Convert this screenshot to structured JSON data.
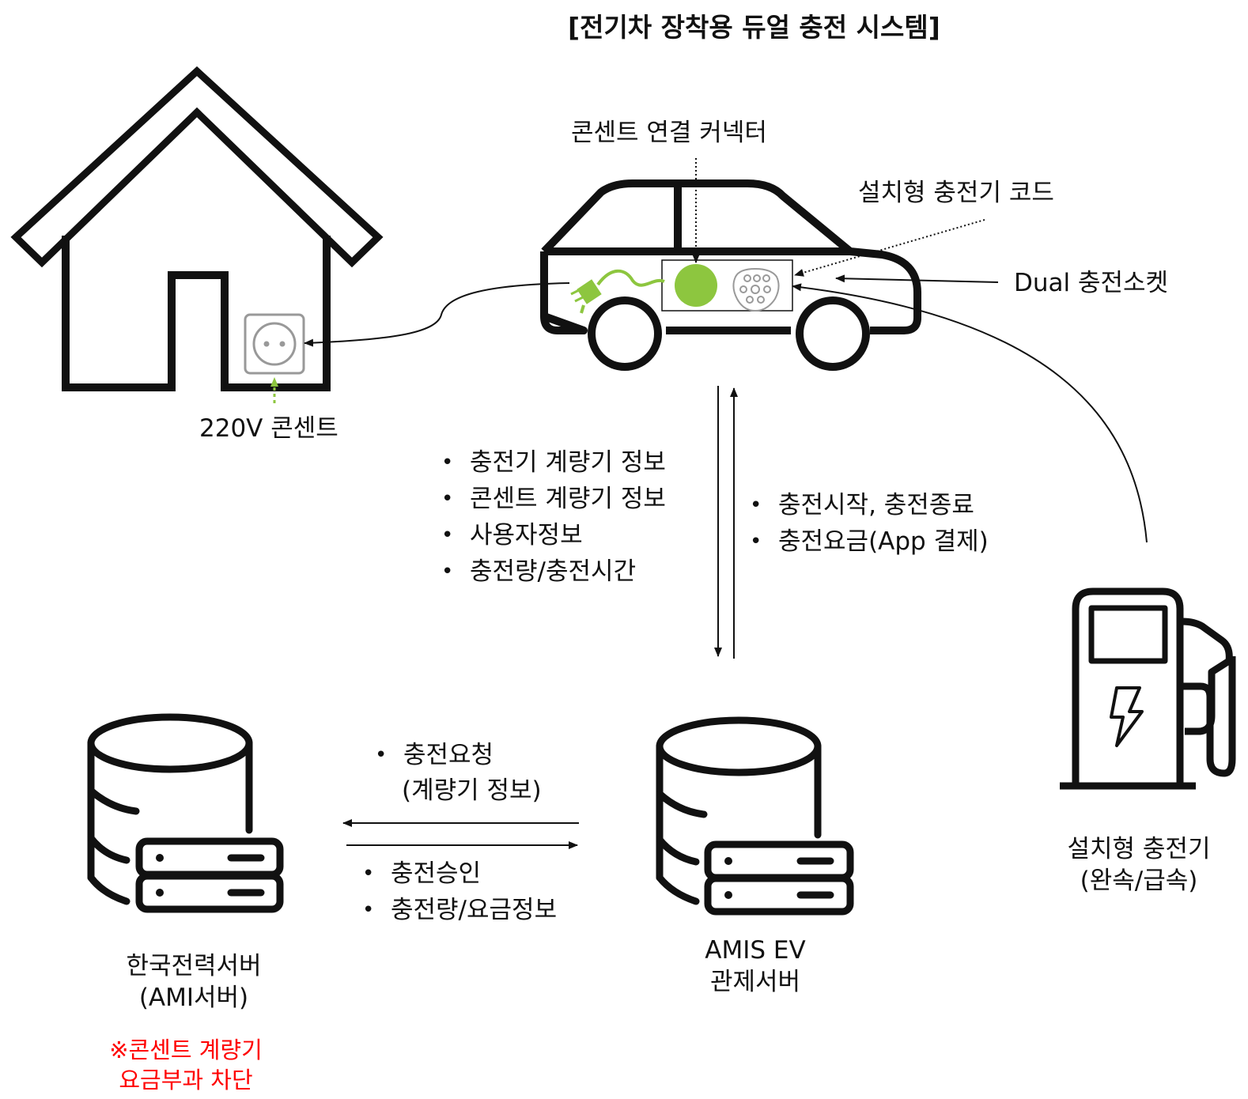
{
  "title": "[전기차 장착용 듀얼 충전 시스템]",
  "labels": {
    "connector": "콘센트 연결 커넥터",
    "installed_cord": "설치형 충전기 코드",
    "dual_socket": "Dual 충전소켓",
    "outlet_220v": "220V 콘센트",
    "charger_name": "설치형 충전기",
    "charger_type": "(완속/급속)",
    "kepco_name": "한국전력서버",
    "kepco_sub": "(AMI서버)",
    "amis_name": "AMIS EV",
    "amis_sub": "관제서버",
    "note_line1": "※콘센트 계량기",
    "note_line2": "요금부과 차단"
  },
  "car_to_server_items": [
    "충전기 계량기 정보",
    "콘센트 계량기 정보",
    "사용자정보",
    "충전량/충전시간"
  ],
  "server_to_car_items": [
    "충전시작, 충전종료",
    "충전요금(App 결제)"
  ],
  "amis_to_kepco": {
    "item": "충전요청",
    "sub": "(계량기 정보)"
  },
  "kepco_to_amis_items": [
    "충전승인",
    "충전량/요금정보"
  ],
  "colors": {
    "accent_green": "#8dc63f",
    "note_red": "#ff0000",
    "line": "#111111"
  }
}
